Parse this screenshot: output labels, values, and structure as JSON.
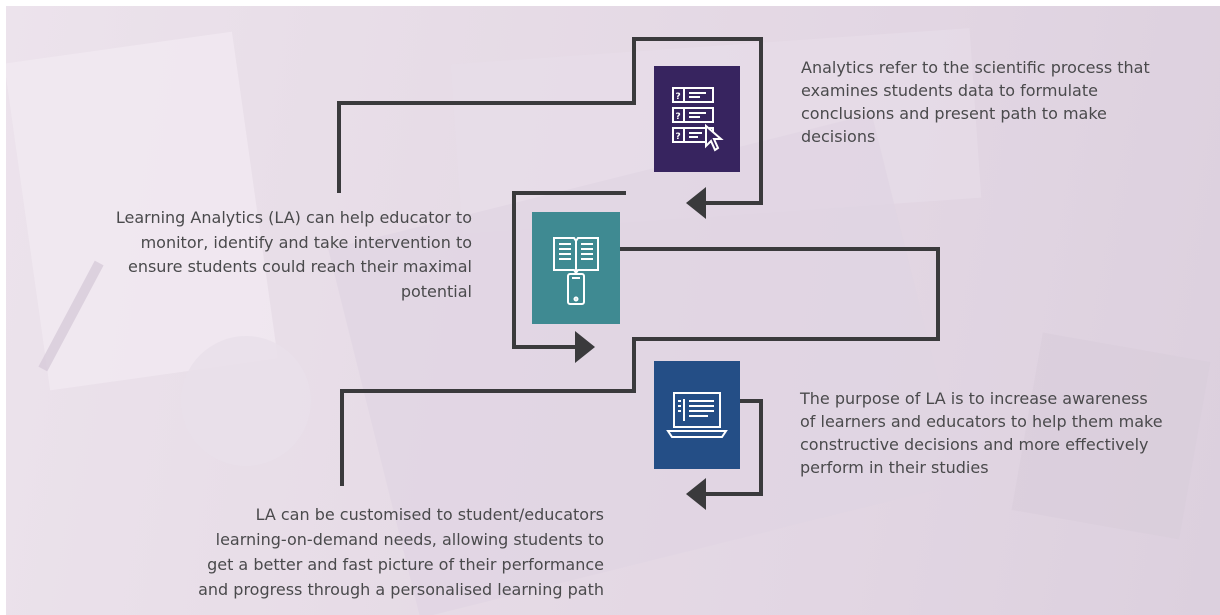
{
  "infographic": {
    "steps": [
      {
        "icon": "question-list-cursor-icon",
        "tile_color": "#37245f",
        "lines": [
          "Analytics refer to the scientific process that",
          "examines students data to formulate",
          "conclusions and present path to make",
          "decisions"
        ]
      },
      {
        "icon": "book-on-smartphone-icon",
        "tile_color": "#3f8a92",
        "lines": [
          "Learning Analytics (LA) can help educator to",
          "monitor, identify and take intervention to",
          "ensure students could reach their maximal",
          "potential"
        ]
      },
      {
        "icon": "laptop-document-icon",
        "tile_color": "#244e86",
        "lines": [
          "The purpose of LA is to increase awareness",
          "of learners and educators to help them make",
          "constructive decisions and more effectively",
          "perform in their studies"
        ]
      },
      {
        "icon": null,
        "tile_color": null,
        "lines": [
          "LA can be customised to student/educators",
          "learning-on-demand needs, allowing students to",
          "get a better and fast picture of their performance",
          "and progress through a personalised learning path"
        ]
      }
    ],
    "colors": {
      "background": "#e6dbe6",
      "connector": "#3a3a3c",
      "text": "#4a4a4c"
    }
  }
}
